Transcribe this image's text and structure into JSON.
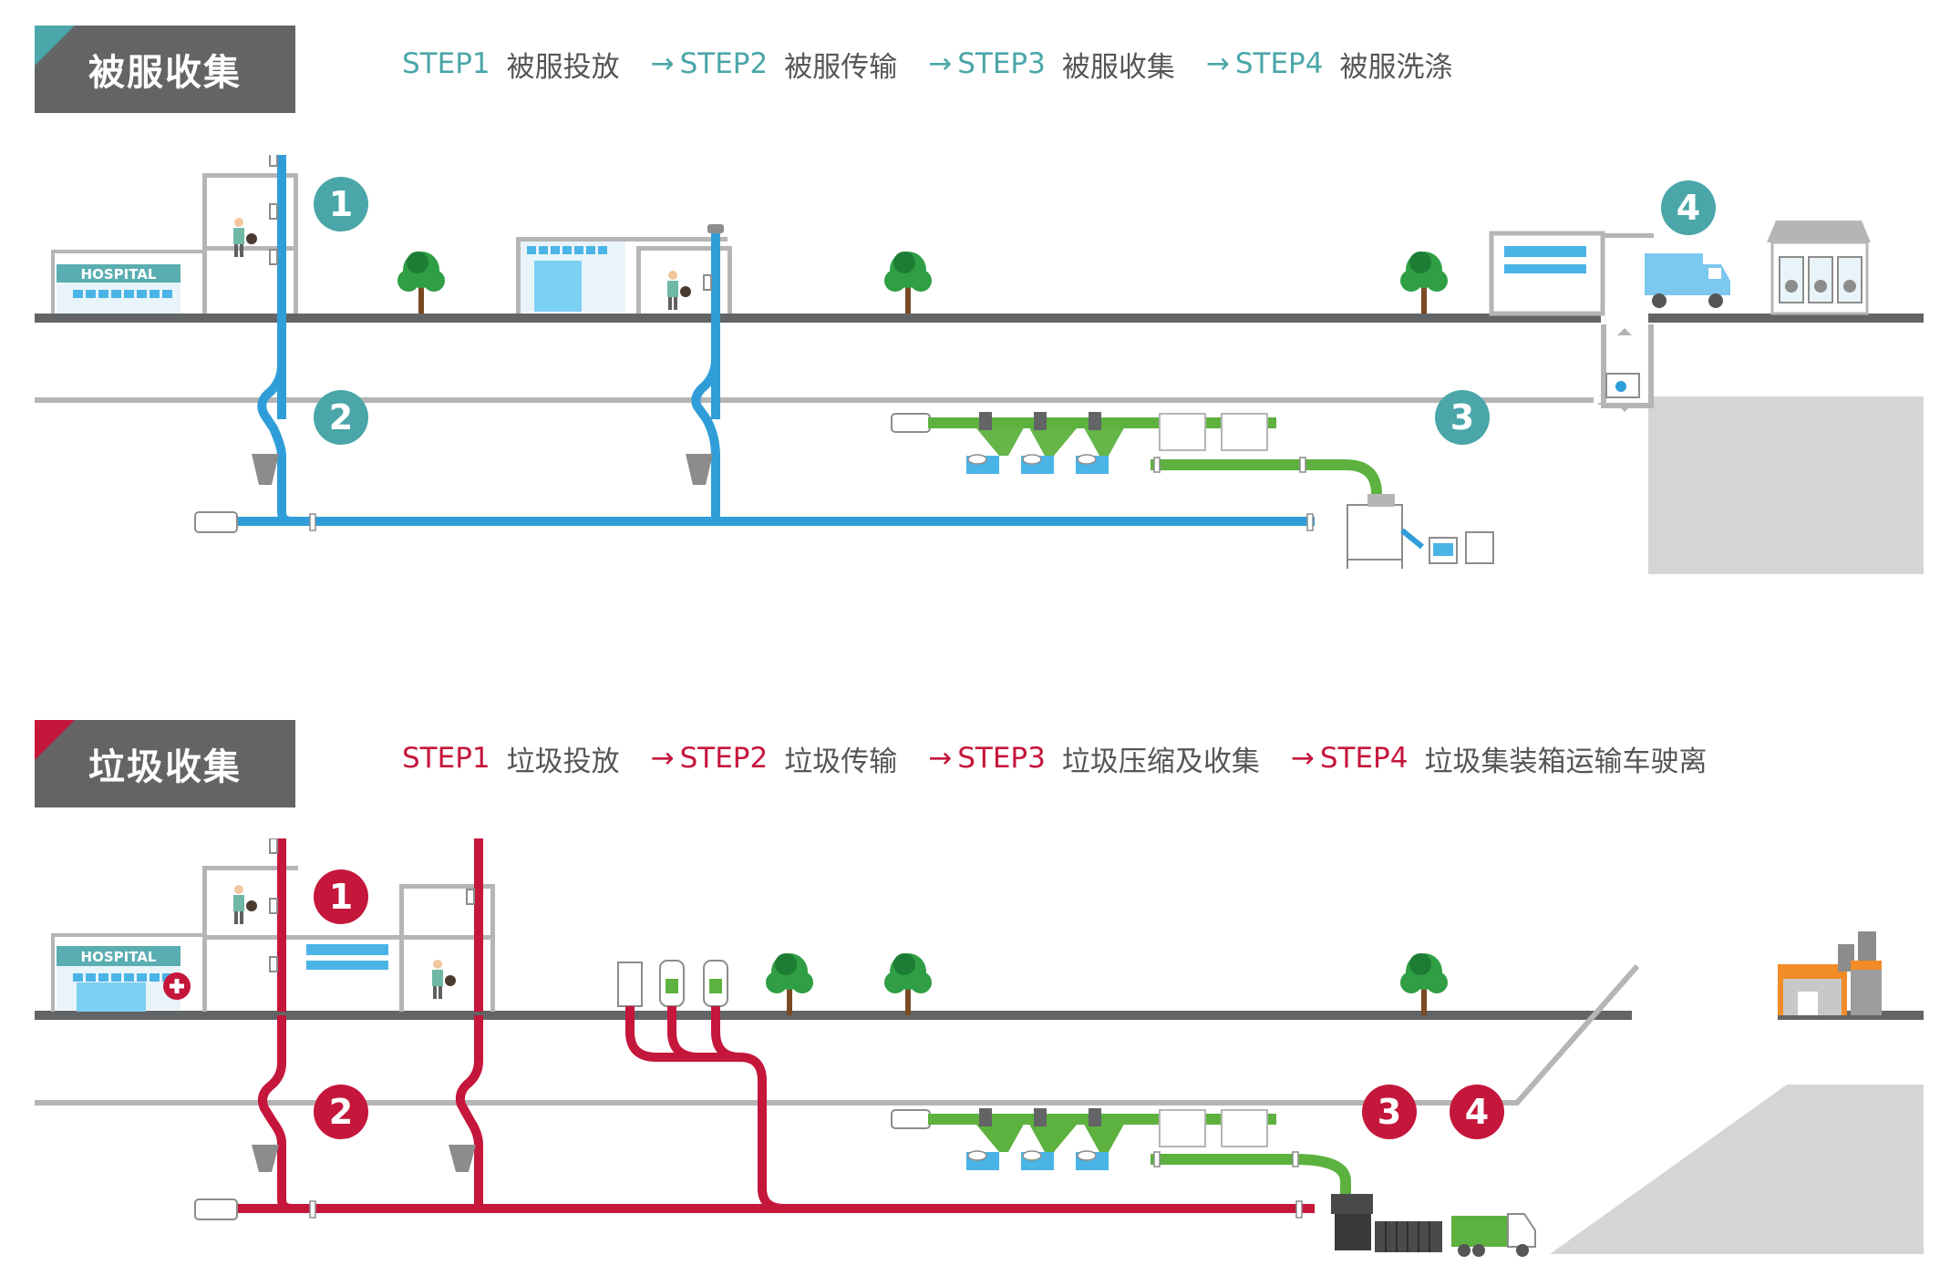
{
  "linen": {
    "title": "被服收集",
    "steps": [
      {
        "code": "STEP1",
        "text": "被服投放"
      },
      {
        "code": "STEP2",
        "text": "被服传输"
      },
      {
        "code": "STEP3",
        "text": "被服收集"
      },
      {
        "code": "STEP4",
        "text": "被服洗涤"
      }
    ],
    "hospital_sign": "HOSPITAL",
    "markers": [
      "1",
      "2",
      "3",
      "4"
    ]
  },
  "waste": {
    "title": "垃圾收集",
    "steps": [
      {
        "code": "STEP1",
        "text": "垃圾投放"
      },
      {
        "code": "STEP2",
        "text": "垃圾传输"
      },
      {
        "code": "STEP3",
        "text": "垃圾压缩及收集"
      },
      {
        "code": "STEP4",
        "text": "垃圾集装箱运输车驶离"
      }
    ],
    "hospital_sign": "HOSPITAL",
    "markers": [
      "1",
      "2",
      "3",
      "4"
    ]
  },
  "arrow_glyph": "→",
  "icons": [
    "hospital-building-icon",
    "staff-with-bag-icon",
    "tree-icon",
    "inlet-valve-icon",
    "fan-unit-icon",
    "laundry-cart-icon",
    "delivery-truck-icon",
    "laundry-facility-icon",
    "garbage-truck-icon",
    "waste-container-icon",
    "incinerator-plant-icon",
    "outdoor-bin-icon"
  ],
  "colors": {
    "linen_accent": "#4aa6a8",
    "waste_accent": "#c5163b",
    "linen_pipe": "#2f9ed8",
    "waste_pipe": "#c5163b",
    "air_pipe": "#5db13f",
    "ground": "#636466",
    "title_bg": "#636466"
  }
}
